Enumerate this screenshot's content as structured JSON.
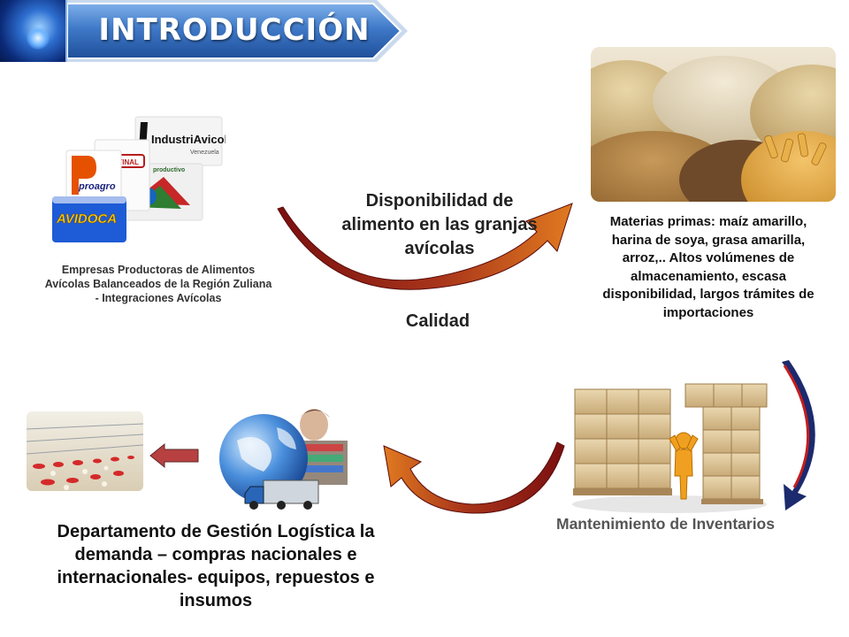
{
  "header": {
    "title": "INTRODUCCIÓN"
  },
  "colors": {
    "banner_blue": "#3f79c8",
    "arrow_dark_red": "#7a1010",
    "arrow_orange": "#e07a20",
    "arrow_navy": "#1c2a6e",
    "left_arrow_red": "#b84040"
  },
  "companies": {
    "caption": "Empresas Productoras de Alimentos Avícolas Balanceados de la Región Zuliana  - Integraciones Avícolas",
    "logos": [
      "IndustriAvicola",
      "Venezuela",
      "PROTINAL",
      "productivo",
      "proagro",
      "AVIDOCA"
    ]
  },
  "cycle": {
    "availability": "Disponibilidad de alimento en las granjas avícolas",
    "quality": "Calidad"
  },
  "raw_materials": {
    "text": "Materias primas: maíz amarillo, harina de soya, grasa amarilla, arroz,.. Altos volúmenes de almacenamiento, escasa disponibilidad, largos trámites de importaciones"
  },
  "inventory": {
    "label": "Mantenimiento de Inventarios"
  },
  "logistics": {
    "text": "Departamento de Gestión Logística la demanda – compras nacionales e internacionales- equipos, repuestos e insumos"
  },
  "icons": [
    "globe-icon",
    "curved-arrow-icon",
    "left-arrow-icon",
    "truck-icon"
  ]
}
